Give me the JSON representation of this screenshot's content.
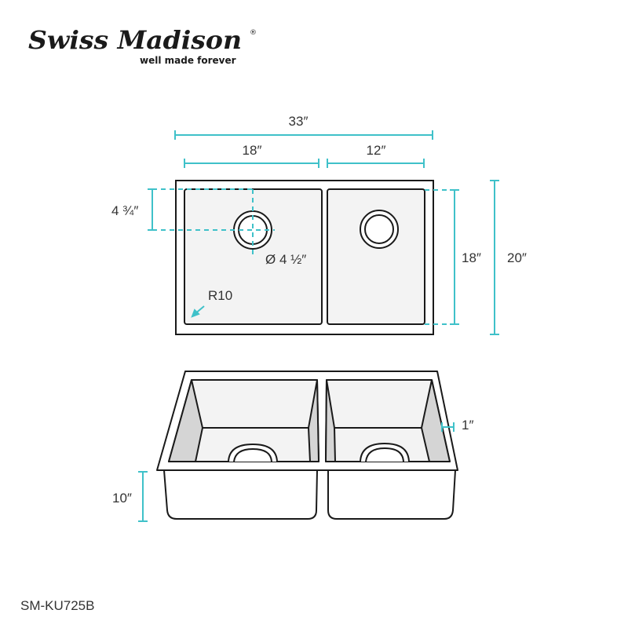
{
  "brand": {
    "name": "Swiss Madison",
    "registered": "®",
    "tagline": "well made forever"
  },
  "colors": {
    "dimension": "#3fc1c9",
    "outline": "#1a1a1a",
    "basin_fill": "#f3f3f3",
    "wall_shade": "#d5d5d5"
  },
  "dimensions": {
    "overall_width": "33″",
    "left_basin_width": "18″",
    "right_basin_width": "12″",
    "drain_offset": "4 ¾″",
    "drain_diameter": "Ø 4 ½″",
    "corner_radius": "R10",
    "basin_depth_length": "18″",
    "overall_length": "20″",
    "rim_width": "1″",
    "bowl_depth": "10″"
  },
  "model": "SM-KU725B"
}
